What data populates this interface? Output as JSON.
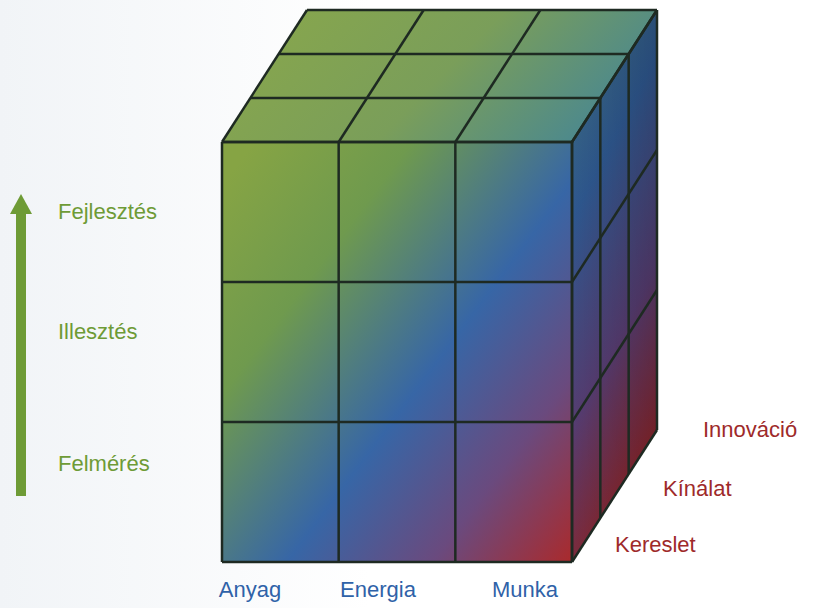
{
  "diagram": {
    "labels": [
      "Fejlesztés",
      "Illesztés",
      "Felmérés",
      "Innováció",
      "Kínálat",
      "Kereslet",
      "Anyag",
      "Energia",
      "Munka"
    ]
  }
}
